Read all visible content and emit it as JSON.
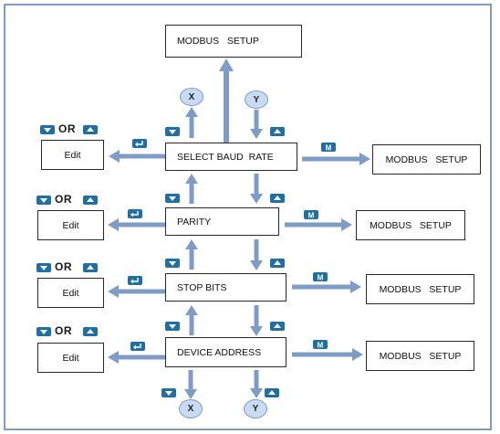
{
  "boxes": {
    "top_modbus": "MODBUS   SETUP",
    "baud_rate": "SELECT BAUD  RATE",
    "parity": "PARITY",
    "stop_bits": "STOP BITS",
    "device_address": "DEVICE ADDRESS",
    "right_modbus": "MODBUS   SETUP",
    "edit": "Edit"
  },
  "or_text": "OR",
  "circles": {
    "x": "X",
    "y": "Y"
  },
  "keys": {
    "m": "M"
  },
  "colors": {
    "arrow": "#7f9cc6",
    "key": "#1f6fa5",
    "circle_fill": "#c9dbf3",
    "frame": "#7f9cc6"
  }
}
